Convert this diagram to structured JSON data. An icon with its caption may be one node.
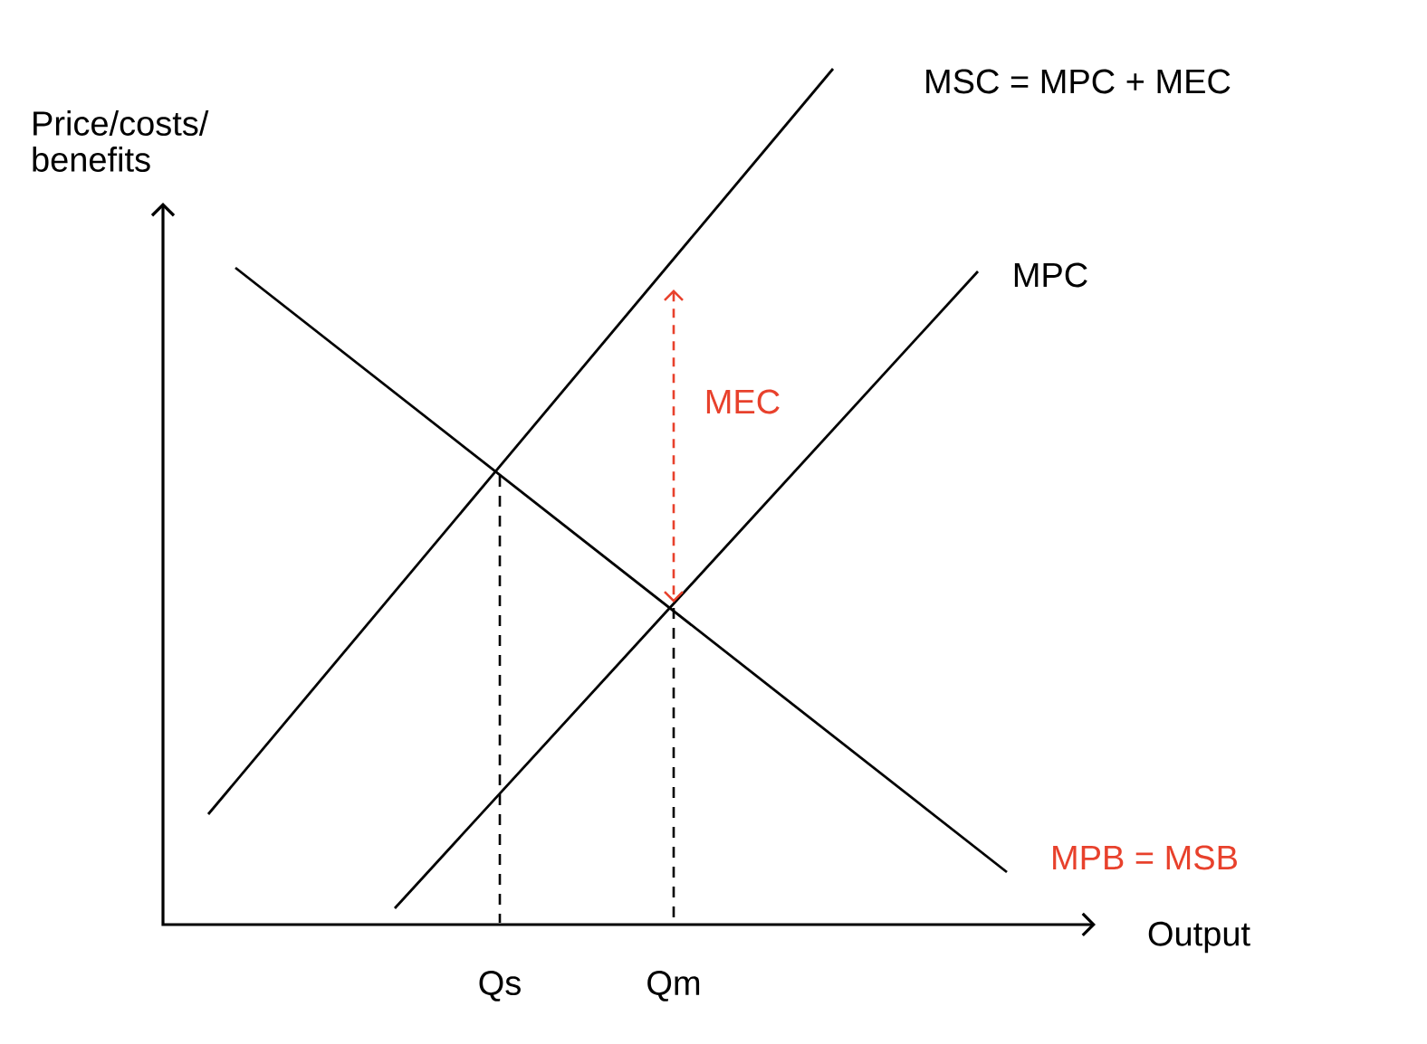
{
  "diagram": {
    "labels": [
      "Price/costs/ benefits",
      "MSC = MPC + MEC",
      "MPC",
      "MEC",
      "MPB = MSB",
      "Output",
      "Qs",
      "Qm"
    ]
  }
}
